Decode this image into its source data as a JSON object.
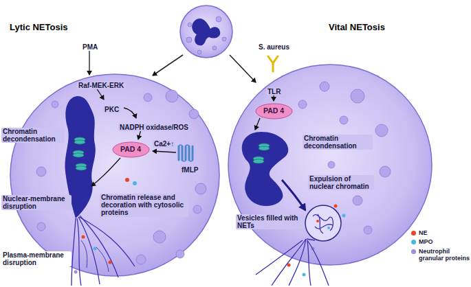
{
  "diagram": {
    "nodes": [
      {
        "text": [
          "Lytic NETosis"
        ]
      },
      {
        "text": [
          "PAD 4"
        ],
        "in": 0
      },
      {
        "text": [
          "Vital NETosis"
        ]
      },
      {
        "text": [
          "PAD 4"
        ],
        "in": 2
      }
    ],
    "labels": [
      "PMA",
      "Raf-MEK-ERK",
      "PKC",
      "NADPH oxidase/ROS",
      "Ca2+↑",
      "fMLP",
      "Chromatin decondensation",
      "Nuclear-membrane disruption",
      "Chromatin release and decoration with cytosolic proteins",
      "Plasma-membrane disruption",
      "S. aureus",
      "TLR",
      "Chromatin decondensation",
      "Expulsion of nuclear chromatin",
      "Vesicles filled with NETs"
    ],
    "legend": [
      {
        "text": "NE",
        "color": "#e8452c"
      },
      {
        "text": "MPO",
        "color": "#4fb3e6"
      },
      {
        "text": "Neutrophil granular proteins",
        "color": "#9a8ee0"
      }
    ]
  }
}
